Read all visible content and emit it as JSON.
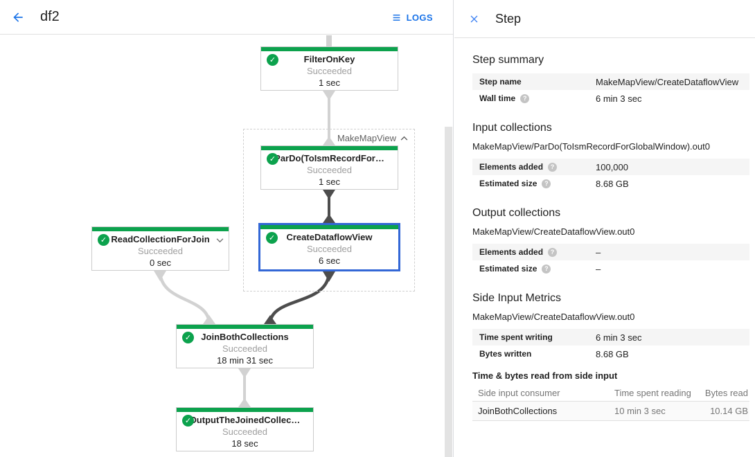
{
  "topbar": {
    "title": "df2",
    "logs_label": "LOGS"
  },
  "panel": {
    "title": "Step",
    "sections": [
      {
        "heading": "Step summary",
        "rows": [
          {
            "label": "Step name",
            "value": "MakeMapView/CreateDataflowView"
          },
          {
            "label": "Wall time",
            "value": "6 min 3 sec"
          }
        ]
      },
      {
        "heading": "Input collections",
        "subheading": "MakeMapView/ParDo(ToIsmRecordForGlobalWindow).out0",
        "rows": [
          {
            "label": "Elements added",
            "value": "100,000"
          },
          {
            "label": "Estimated size",
            "value": "8.68 GB"
          }
        ]
      },
      {
        "heading": "Output collections",
        "subheading": "MakeMapView/CreateDataflowView.out0",
        "rows": [
          {
            "label": "Elements added",
            "value": "–"
          },
          {
            "label": "Estimated size",
            "value": "–"
          }
        ]
      },
      {
        "heading": "Side Input Metrics",
        "subheading": "MakeMapView/CreateDataflowView.out0",
        "rows": [
          {
            "label": "Time spent writing",
            "value": "6 min 3 sec"
          },
          {
            "label": "Bytes written",
            "value": "8.68 GB"
          }
        ]
      }
    ],
    "side_input_table": {
      "title": "Time & bytes read from side input",
      "columns": [
        "Side input consumer",
        "Time spent reading",
        "Bytes read"
      ],
      "rows": [
        [
          "JoinBothCollections",
          "10 min 3 sec",
          "10.14 GB"
        ]
      ]
    }
  },
  "graph": {
    "group_label": "MakeMapView",
    "nodes": [
      {
        "title": "FilterOnKey",
        "status": "Succeeded",
        "time": "1 sec"
      },
      {
        "title": "ParDo(ToIsmRecordFor…",
        "status": "Succeeded",
        "time": "1 sec"
      },
      {
        "title": "CreateDataflowView",
        "status": "Succeeded",
        "time": "6 sec"
      },
      {
        "title": "ReadCollectionForJoin",
        "status": "Succeeded",
        "time": "0 sec"
      },
      {
        "title": "JoinBothCollections",
        "status": "Succeeded",
        "time": "18 min 31 sec"
      },
      {
        "title": "OutputTheJoinedCollec…",
        "status": "Succeeded",
        "time": "18 sec"
      }
    ]
  },
  "colors": {
    "accent_blue": "#1a73e8",
    "selection_blue": "#3367d6",
    "success_green": "#0ca24d",
    "edge_light": "#d2d2d2",
    "edge_dark": "#4d4d4d",
    "row_gray": "#f5f5f5",
    "text_primary": "#212121",
    "text_secondary": "#9e9e9e",
    "text_muted": "#757575",
    "border_gray": "#e0e0e0"
  }
}
